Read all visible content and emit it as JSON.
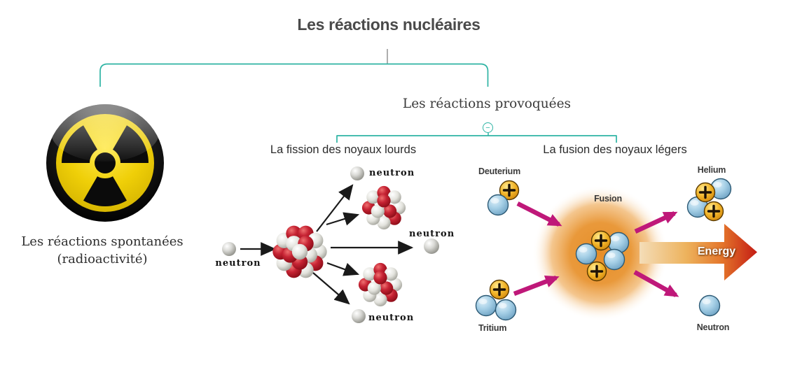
{
  "title": "Les réactions nucléaires",
  "tree": {
    "toggle_symbol": "−",
    "spontaneous": {
      "line1": "Les réactions spontanées",
      "line2": "(radioactivité)",
      "icon": "radioactive-trefoil"
    },
    "provoked": {
      "label": "Les réactions provoquées"
    },
    "fission": {
      "title": "La fission des noyaux lourds",
      "neutron_in": "neutron",
      "neutron_top": "neutron",
      "neutron_right": "neutron",
      "neutron_bottom": "neutron"
    },
    "fusion": {
      "title": "La fusion des noyaux légers",
      "deuterium": "Deuterium",
      "tritium": "Tritium",
      "core": "Fusion",
      "helium": "Helium",
      "neutron": "Neutron",
      "energy": "Energy"
    }
  },
  "colors": {
    "connector_teal": "#2eb4a4",
    "title_gray": "#4a4a4a",
    "arrow_magenta": "#bf1879",
    "proton_yellow": "#f2b52a",
    "neutron_blue": "#a5cfe6",
    "nucleus_red": "#c0182a",
    "glow_orange": "#e78e28",
    "radioactive_yellow": "#efcf08",
    "energy_arrow_tip": "#c41c14"
  }
}
